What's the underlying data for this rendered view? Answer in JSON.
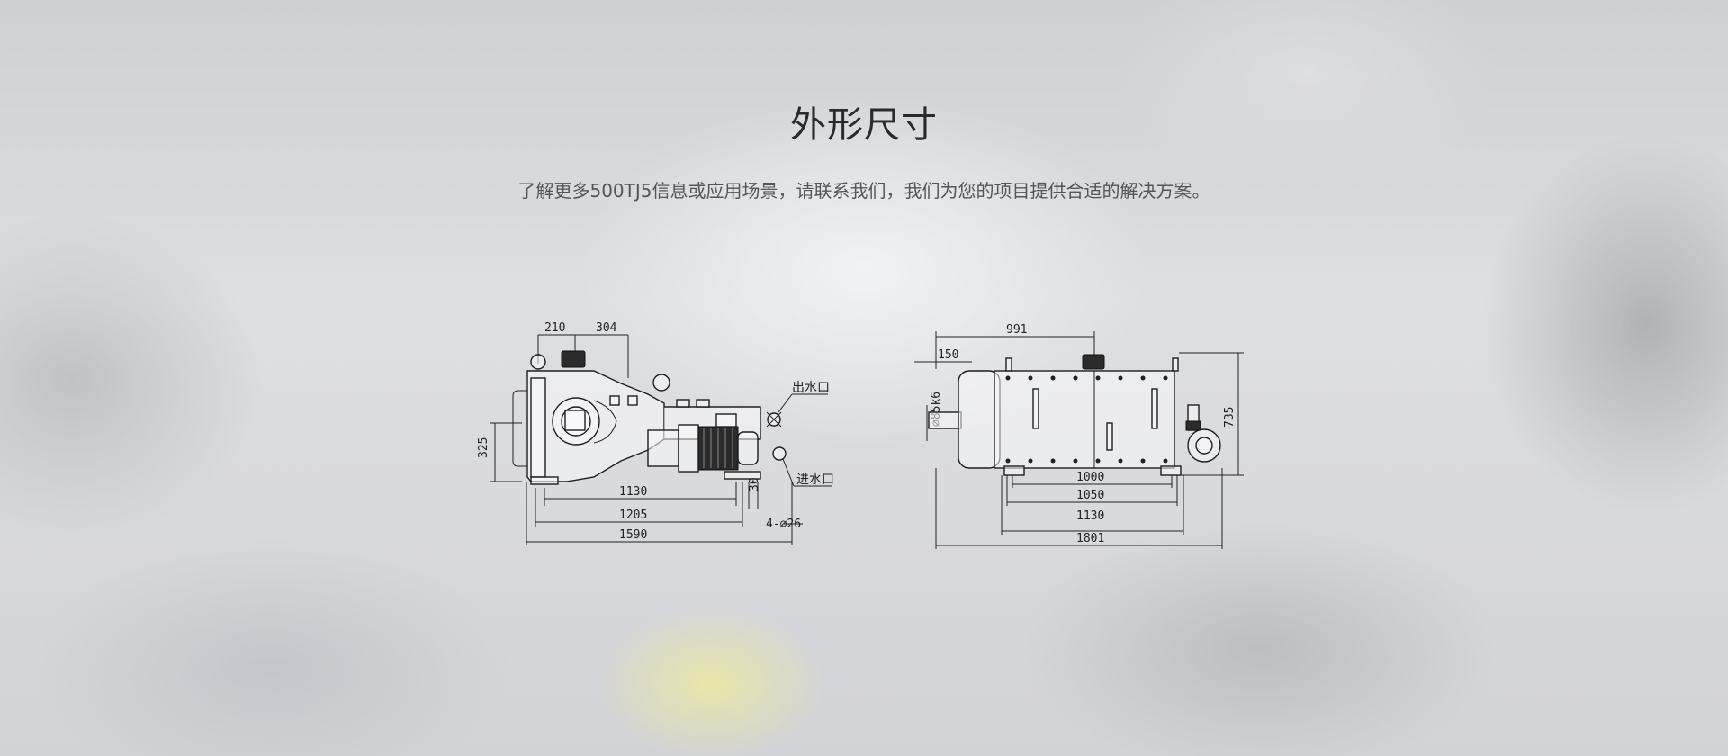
{
  "section": {
    "title": "外形尺寸",
    "description": "了解更多500TJ5信息或应用场景，请联系我们，我们为您的项目提供合适的解决方案。"
  },
  "drawing": {
    "front_view": {
      "dims": {
        "top_a": "210",
        "top_b": "304",
        "height": "325",
        "d1130": "1130",
        "d1205": "1205",
        "d1590": "1590",
        "d30": "30",
        "holes": "4-∅26"
      },
      "labels": {
        "outlet": "出水口",
        "inlet": "进水口"
      }
    },
    "side_view": {
      "dims": {
        "top": "991",
        "shaft_offset": "150",
        "shaft": "∅85k6",
        "height": "735",
        "d1000": "1000",
        "d1050": "1050",
        "d1130": "1130",
        "d1801": "1801"
      }
    }
  }
}
